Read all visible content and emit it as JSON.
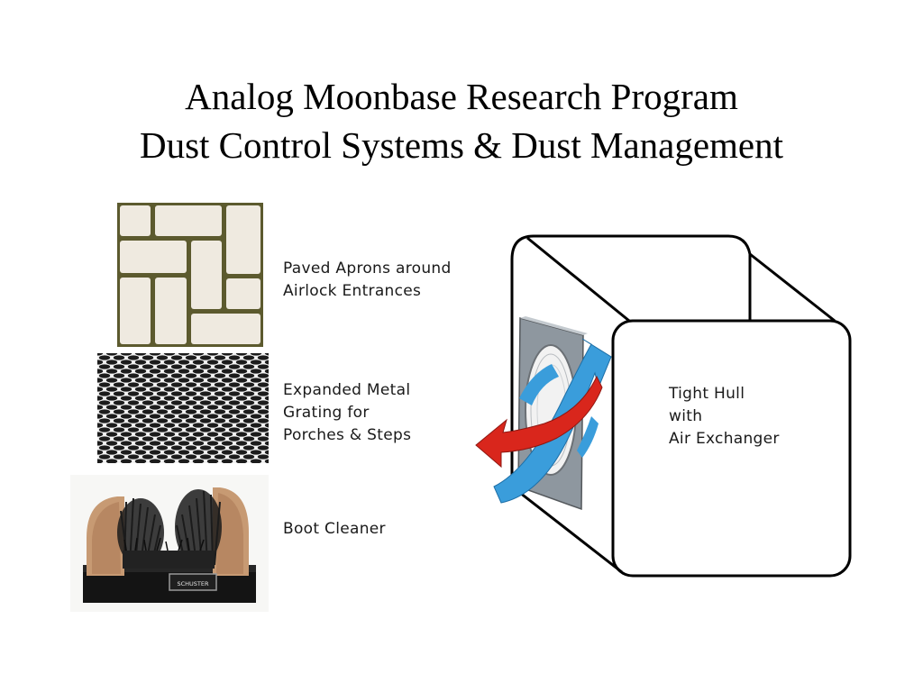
{
  "slide": {
    "title_line1": "Analog Moonbase Research Program",
    "title_line2": "Dust Control Systems & Dust Management"
  },
  "items": [
    {
      "lines": [
        "Paved Aprons around",
        "Airlock Entrances"
      ]
    },
    {
      "lines": [
        "Expanded Metal",
        "Grating for",
        "Porches & Steps"
      ]
    },
    {
      "lines": [
        "Boot Cleaner"
      ]
    }
  ],
  "diagram": {
    "lines": [
      "Tight Hull",
      "with",
      "Air Exchanger"
    ]
  },
  "boot_cleaner_brand": "SCHUSTER",
  "colors": {
    "paver_fill": "#efeae0",
    "grout": "#5c5a2e",
    "mesh_bg": "#f2f2f2",
    "mesh_hole": "#1c1c1c",
    "wood": "#c79a73",
    "bristle": "#1b1b1b",
    "arrow_red": "#d9261c",
    "arrow_blue": "#3a9ddb",
    "plate": "#9aa3ab"
  }
}
